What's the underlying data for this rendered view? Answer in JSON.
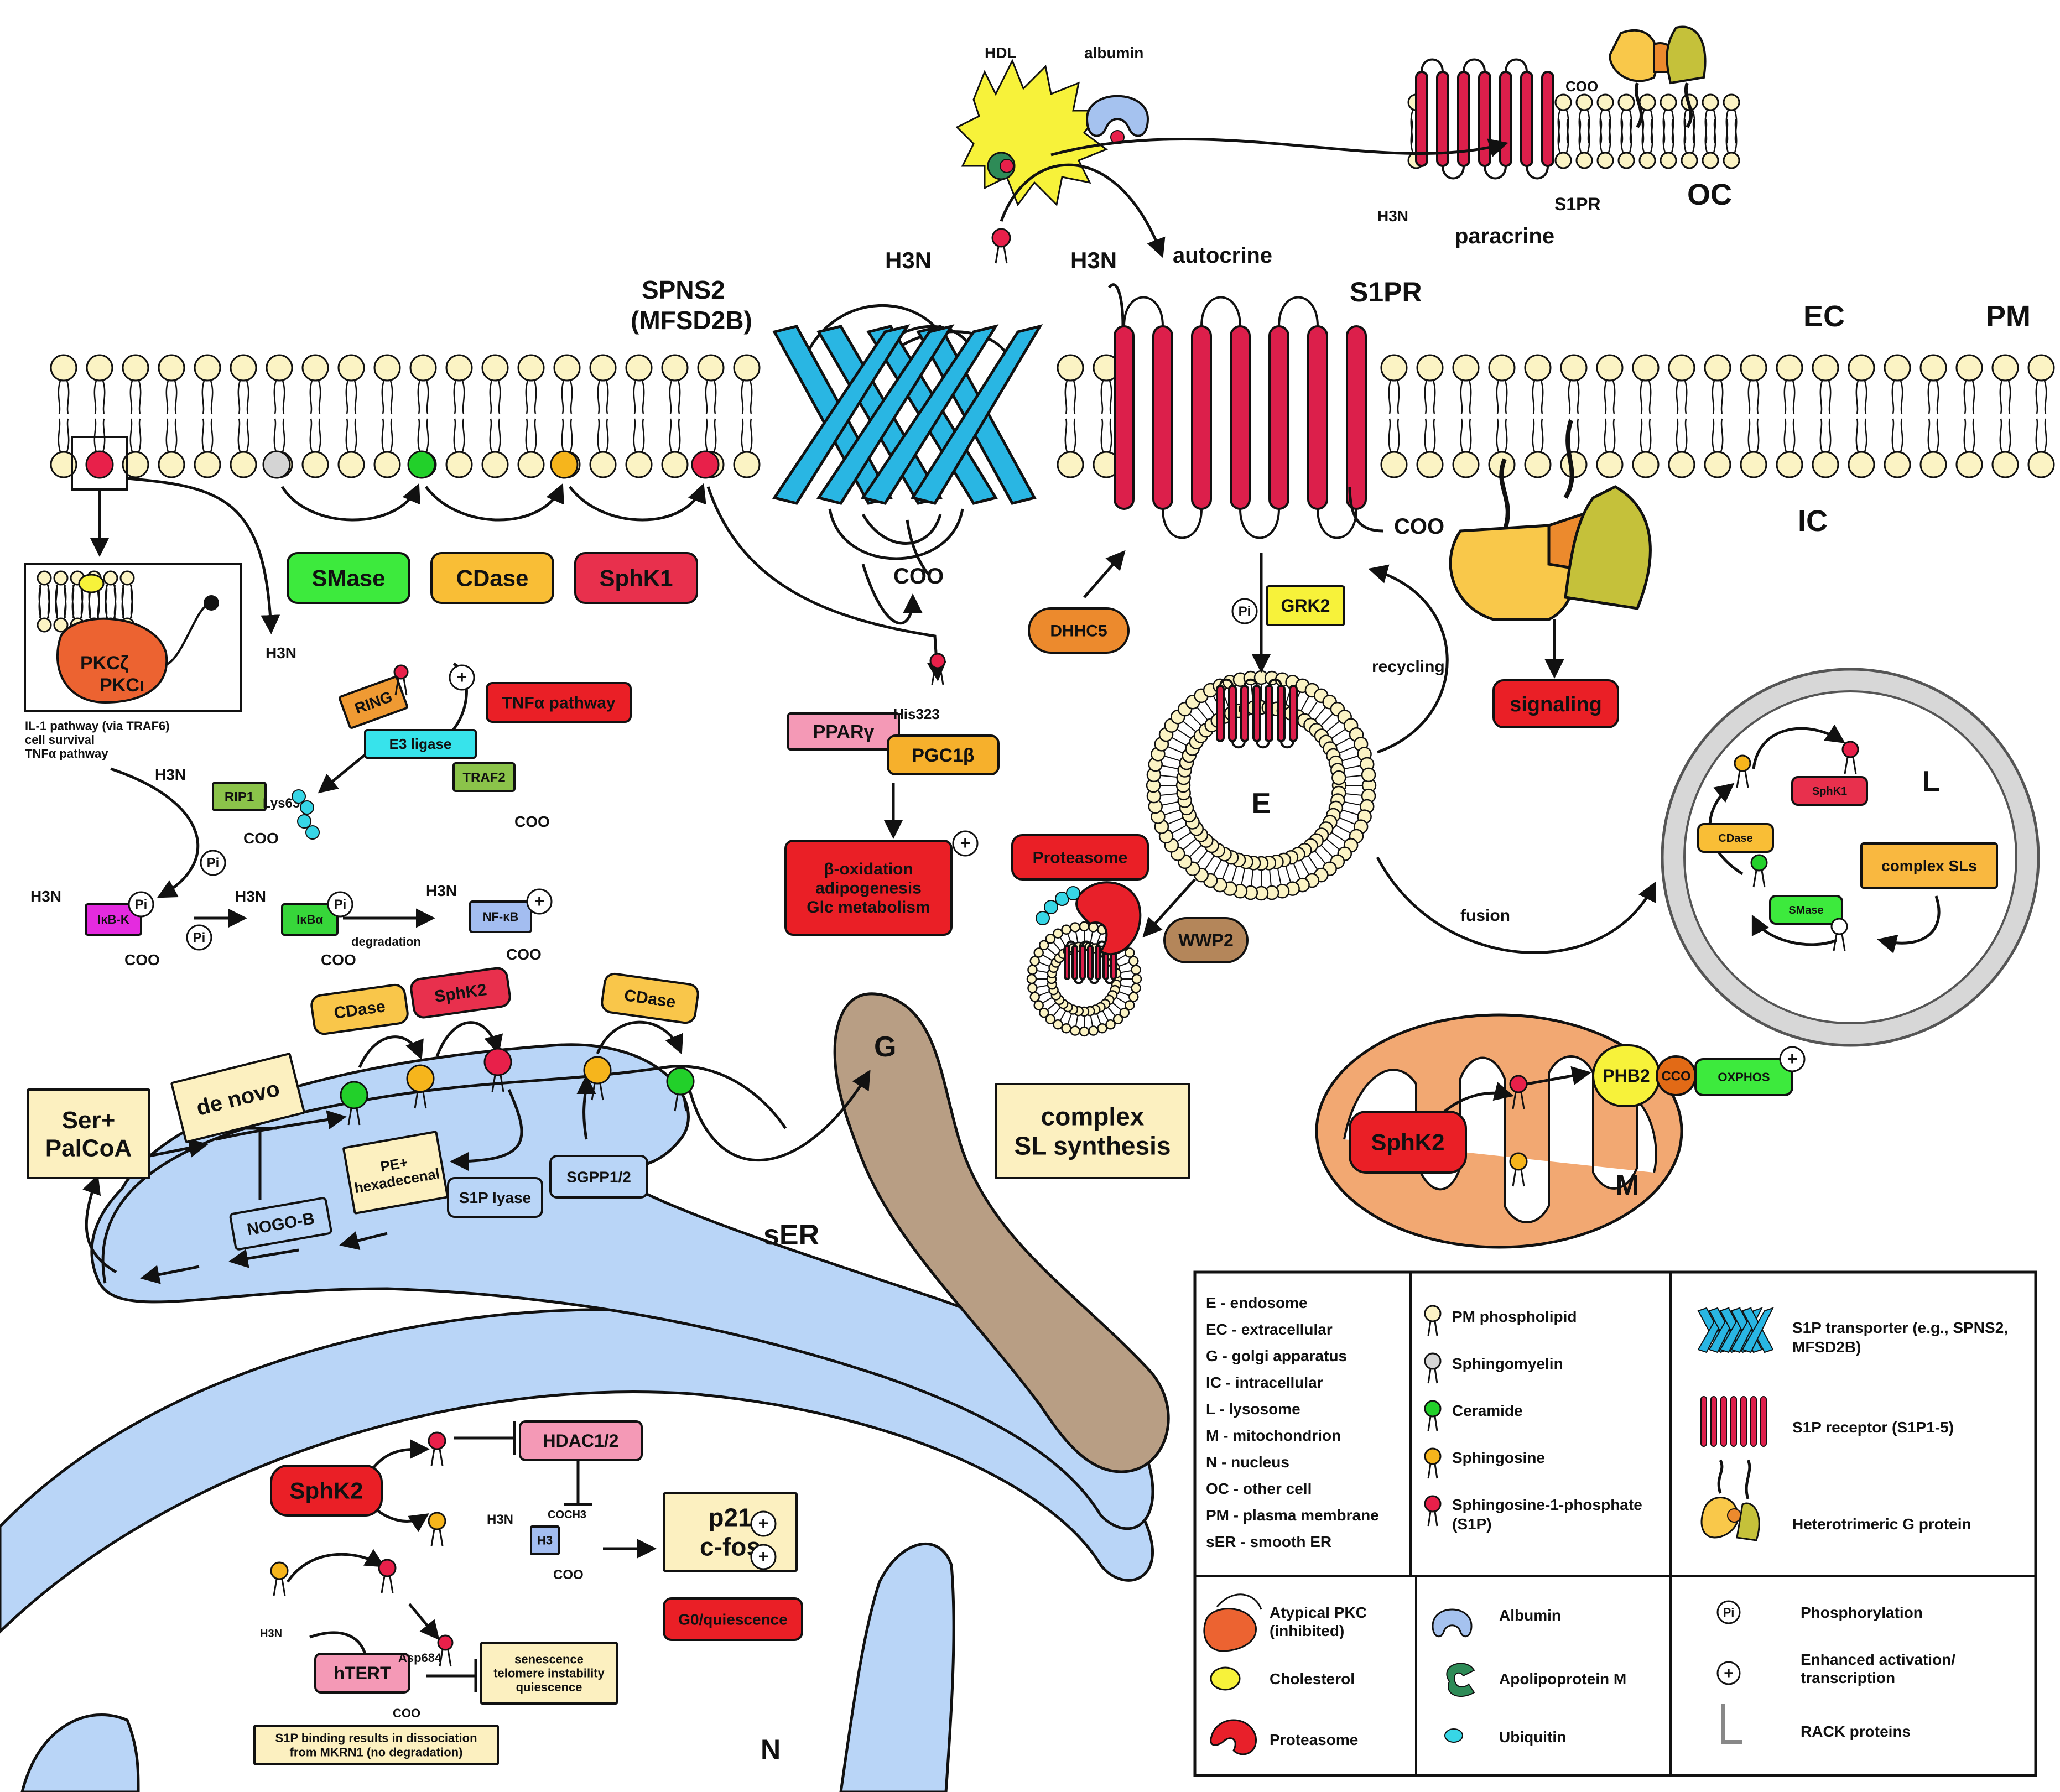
{
  "regions": {
    "ec": "EC",
    "pm": "PM",
    "ic": "IC",
    "oc": "OC",
    "endosome": "E",
    "lysosome": "L",
    "golgi": "G",
    "ser": "sER",
    "mito": "M",
    "nucleus": "N"
  },
  "extracellular": {
    "hdl": "HDL",
    "albumin": "albumin",
    "autocrine": "autocrine",
    "paracrine": "paracrine",
    "coo": "COO",
    "h3n": "H3N",
    "s1pr_small": "S1PR"
  },
  "membrane": {
    "spns2": "SPNS2",
    "mfsd2b": "(MFSD2B)",
    "h3n_a": "H3N",
    "h3n_b": "H3N",
    "s1pr": "S1PR",
    "coo_a": "COO",
    "coo_b": "COO"
  },
  "enzymes": {
    "smase": "SMase",
    "cdase": "CDase",
    "sphk1": "SphK1",
    "dhhc5": "DHHC5",
    "grk2": "GRK2",
    "signaling": "signaling",
    "recycling": "recycling",
    "fusion": "fusion",
    "proteasome": "Proteasome",
    "wwp2": "WWP2",
    "pi": "Pi"
  },
  "pkc": {
    "pkcz": "PKCζ",
    "pkci": "PKCι",
    "pathway_lines": [
      "IL-1 pathway (via TRAF6)",
      "cell survival",
      "TNFα pathway"
    ]
  },
  "traf": {
    "h3n": "H3N",
    "ring": "RING",
    "e3": "E3 ligase",
    "tnf": "TNFα pathway",
    "traf2": "TRAF2",
    "rip1": "RIP1",
    "lys": "Lys63",
    "coo1": "COO",
    "coo2": "COO",
    "ikbk": "IκB-K",
    "ikba": "IκBα",
    "nfkb": "NF-κB",
    "degradation": "degradation",
    "coo3": "COO",
    "coo4": "COO",
    "coo5": "COO",
    "h3n2": "H3N",
    "h3n3": "H3N",
    "h3n4": "H3N"
  },
  "ppar": {
    "his": "His323",
    "pparg": "PPARγ",
    "pgc1b": "PGC1β",
    "outcome": [
      "β-oxidation",
      "adipogenesis",
      "Glc metabolism"
    ]
  },
  "lysosome": {
    "sphk1": "SphK1",
    "cdase": "CDase",
    "smase": "SMase",
    "complex": "complex SLs"
  },
  "er": {
    "cdase1": "CDase",
    "sphk2": "SphK2",
    "cdase2": "CDase",
    "denovo": "de novo",
    "serpal": [
      "Ser+",
      "PalCoA"
    ],
    "nogob": "NOGO-B",
    "pehex": [
      "PE+",
      "hexadecenal"
    ],
    "s1plyase": "S1P lyase",
    "sgpp": "SGPP1/2",
    "complex_syn": [
      "complex",
      "SL synthesis"
    ]
  },
  "mitochondria": {
    "sphk2": "SphK2",
    "phb2": "PHB2",
    "cco": "CCO",
    "oxphos": "OXPHOS"
  },
  "nuclear": {
    "sphk2": "SphK2",
    "hdac": "HDAC1/2",
    "h3n": "H3N",
    "coch3": "COCH3",
    "h3": "H3",
    "coo": "COO",
    "p21": "p21",
    "cfos": "c-fos",
    "quiescence": "G0/quiescence",
    "htert": "hTERT",
    "h3n2": "H3N",
    "asp": "Asp684",
    "coo2": "COO",
    "senescence": [
      "senescence",
      "telomere instability",
      "quiescence"
    ],
    "note": [
      "S1P binding results in dissociation",
      "from MKRN1 (no degradation)"
    ]
  },
  "legend": {
    "abbreviations": [
      "E - endosome",
      "EC - extracellular",
      "G - golgi apparatus",
      "IC - intracellular",
      "L - lysosome",
      "M - mitochondrion",
      "N - nucleus",
      "OC - other cell",
      "PM - plasma membrane",
      "sER - smooth ER"
    ],
    "lipids": [
      "PM phospholipid",
      "Sphingomyelin",
      "Ceramide",
      "Sphingosine",
      "Sphingosine-1-phosphate",
      "(S1P)"
    ],
    "proteins": [
      "S1P transporter (e.g., SPNS2,",
      "MFSD2B)",
      "S1P receptor (S1P1-5)",
      "Heterotrimeric G protein"
    ],
    "misc1": [
      "Atypical PKC",
      "(inhibited)",
      "Cholesterol",
      "Proteasome"
    ],
    "misc2": [
      "Albumin",
      "Apolipoprotein M",
      "Ubiquitin"
    ],
    "misc3": [
      "Phosphorylation",
      "Enhanced activation/",
      "transcription",
      "RACK proteins"
    ]
  },
  "colors": {
    "phospholipid": "#fbf3c4",
    "s1p": "#e8204a",
    "ceramide": "#22d02a",
    "sphingosine": "#f6b51c",
    "sphingomyelin": "#d4d4d4",
    "er": "#b9d5f7",
    "golgi": "#b89e84",
    "mito": "#f2a872",
    "transporter": "#29b6e3",
    "receptor": "#dc1f4b",
    "enzyme_red": "#ea1f26",
    "enzyme_green": "#3dea3d",
    "enzyme_orange": "#f9be36",
    "note_yellow": "#fbf1c4"
  }
}
